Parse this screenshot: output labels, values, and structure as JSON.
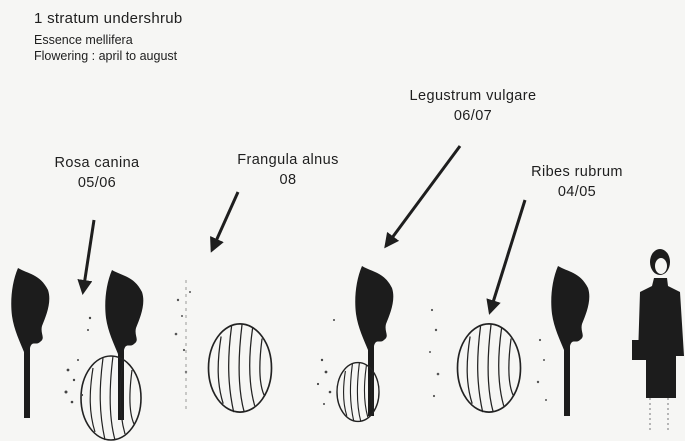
{
  "header": {
    "title": "1 stratum undershrub",
    "line1": "Essence mellifera",
    "line2": "Flowering : april to august"
  },
  "species": [
    {
      "name": "Rosa canina",
      "months": "05/06"
    },
    {
      "name": "Frangula alnus",
      "months": "08"
    },
    {
      "name": "Legustrum vulgare",
      "months": "06/07"
    },
    {
      "name": "Ribes rubrum",
      "months": "04/05"
    }
  ]
}
